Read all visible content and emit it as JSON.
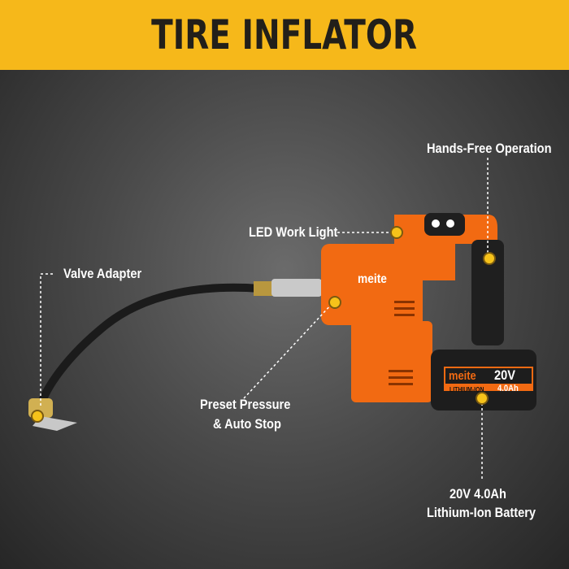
{
  "title": "TIRE INFLATOR",
  "callouts": {
    "hands_free": "Hands-Free Operation",
    "led": "LED Work Light",
    "valve": "Valve Adapter",
    "preset_1": "Preset Pressure",
    "preset_2": "& Auto Stop",
    "battery_1": "20V 4.0Ah",
    "battery_2": "Lithium-Ion Battery"
  },
  "product": {
    "brand": "meite",
    "battery_brand": "meite",
    "voltage": "20V",
    "chemistry": "LITHIUM-ION",
    "capacity": "4.0Ah"
  },
  "colors": {
    "banner": "#f6b81a",
    "tool": "#f26a12",
    "dot": "#f6c21a"
  }
}
